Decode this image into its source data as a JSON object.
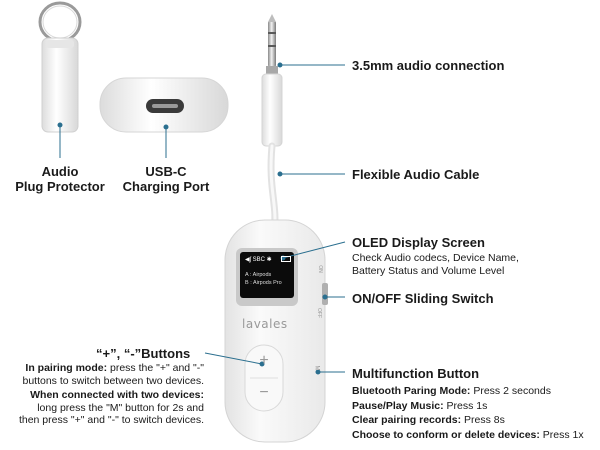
{
  "callouts": {
    "audio_connection": "3.5mm audio connection",
    "flexible_cable": "Flexible Audio Cable",
    "oled": {
      "title": "OLED Display Screen",
      "line1": "Check Audio codecs, Device Name,",
      "line2": "Battery Status and Volume Level"
    },
    "switch": "ON/OFF Sliding Switch",
    "multifunction": {
      "title": "Multifunction Button",
      "items": [
        {
          "label": "Bluetooth Paring Mode:",
          "value": " Press 2 seconds"
        },
        {
          "label": "Pause/Play Music:",
          "value": " Press 1s"
        },
        {
          "label": "Clear pairing records:",
          "value": " Press 8s"
        },
        {
          "label": "Choose to conform or delete devices:",
          "value": " Press 1x"
        }
      ]
    },
    "plus_minus": {
      "title": "“+”, “-”Buttons",
      "pairing_label": "In pairing mode:",
      "pairing_text": " press the \"+\" and \"-\"",
      "pairing_text2": "buttons to switch between two devices.",
      "connected_label": "When connected with two devices:",
      "connected_text1": "long press the \"M\" button for 2s and",
      "connected_text2": "then press \"+\" and \"-\" to switch devices."
    },
    "plug_protector": {
      "line1": "Audio",
      "line2": "Plug Protector"
    },
    "usb_c": {
      "line1": "USB-C",
      "line2": "Charging Port"
    }
  },
  "device": {
    "brand": "lavales",
    "screen_lines": [
      "A : Airpods",
      "B : Airpods Pro"
    ],
    "screen_status": "SBC",
    "plus_symbol": "+",
    "minus_symbol": "−",
    "switch_labels": [
      "ON",
      "OFF"
    ],
    "m_label": "M"
  },
  "colors": {
    "accent_line": "#2b6f8f",
    "device_body": "#f4f4f4",
    "screen_frame": "#c8c8c8"
  }
}
